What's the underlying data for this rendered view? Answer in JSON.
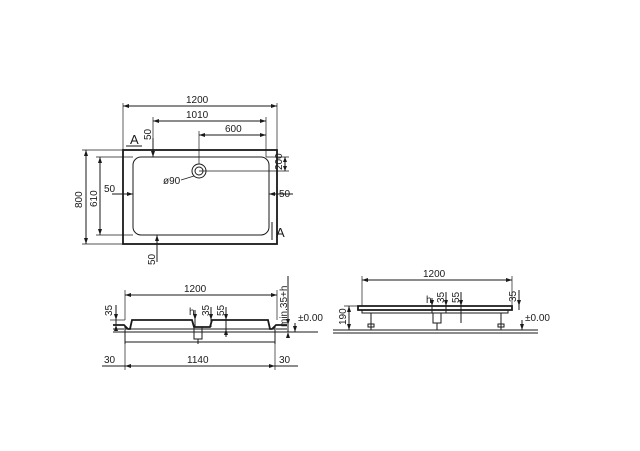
{
  "top_view": {
    "overall_width": "1200",
    "inner_width": "1010",
    "waste_offset": "600",
    "rim_top": "50",
    "rim_right_top": "200",
    "overall_depth": "800",
    "inner_depth": "610",
    "rim_left": "50",
    "rim_right": "50",
    "rim_bottom": "50",
    "waste_diameter": "ø90",
    "section_mark_left": "A",
    "section_mark_right": "A"
  },
  "section_front": {
    "overall_width": "1200",
    "base_width": "1140",
    "edge_height": "35",
    "h_label": "h",
    "dim_35": "35",
    "dim_55": "55",
    "install_height": "min.35+h",
    "floor_level": "±0.00",
    "foot_left": "30",
    "foot_right": "30"
  },
  "section_side": {
    "overall_width": "1200",
    "leg_height": "190",
    "h_label": "h",
    "dim_35": "35",
    "dim_55": "55",
    "edge_height": "35",
    "floor_level": "±0.00"
  }
}
